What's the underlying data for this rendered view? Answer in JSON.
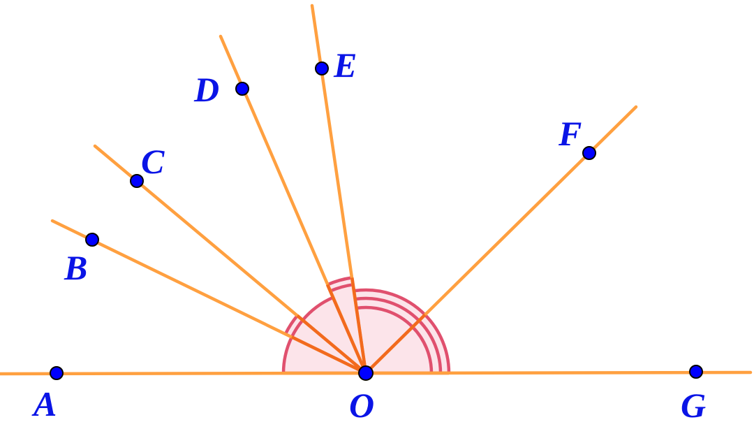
{
  "labels": {
    "A": "A",
    "B": "B",
    "C": "C",
    "D": "D",
    "E": "E",
    "F": "F",
    "G": "G",
    "O": "O"
  },
  "colors": {
    "ray": "#ffa040",
    "arc": "#e0506e",
    "fill": "#fce4ea",
    "point": "#0000ff"
  }
}
